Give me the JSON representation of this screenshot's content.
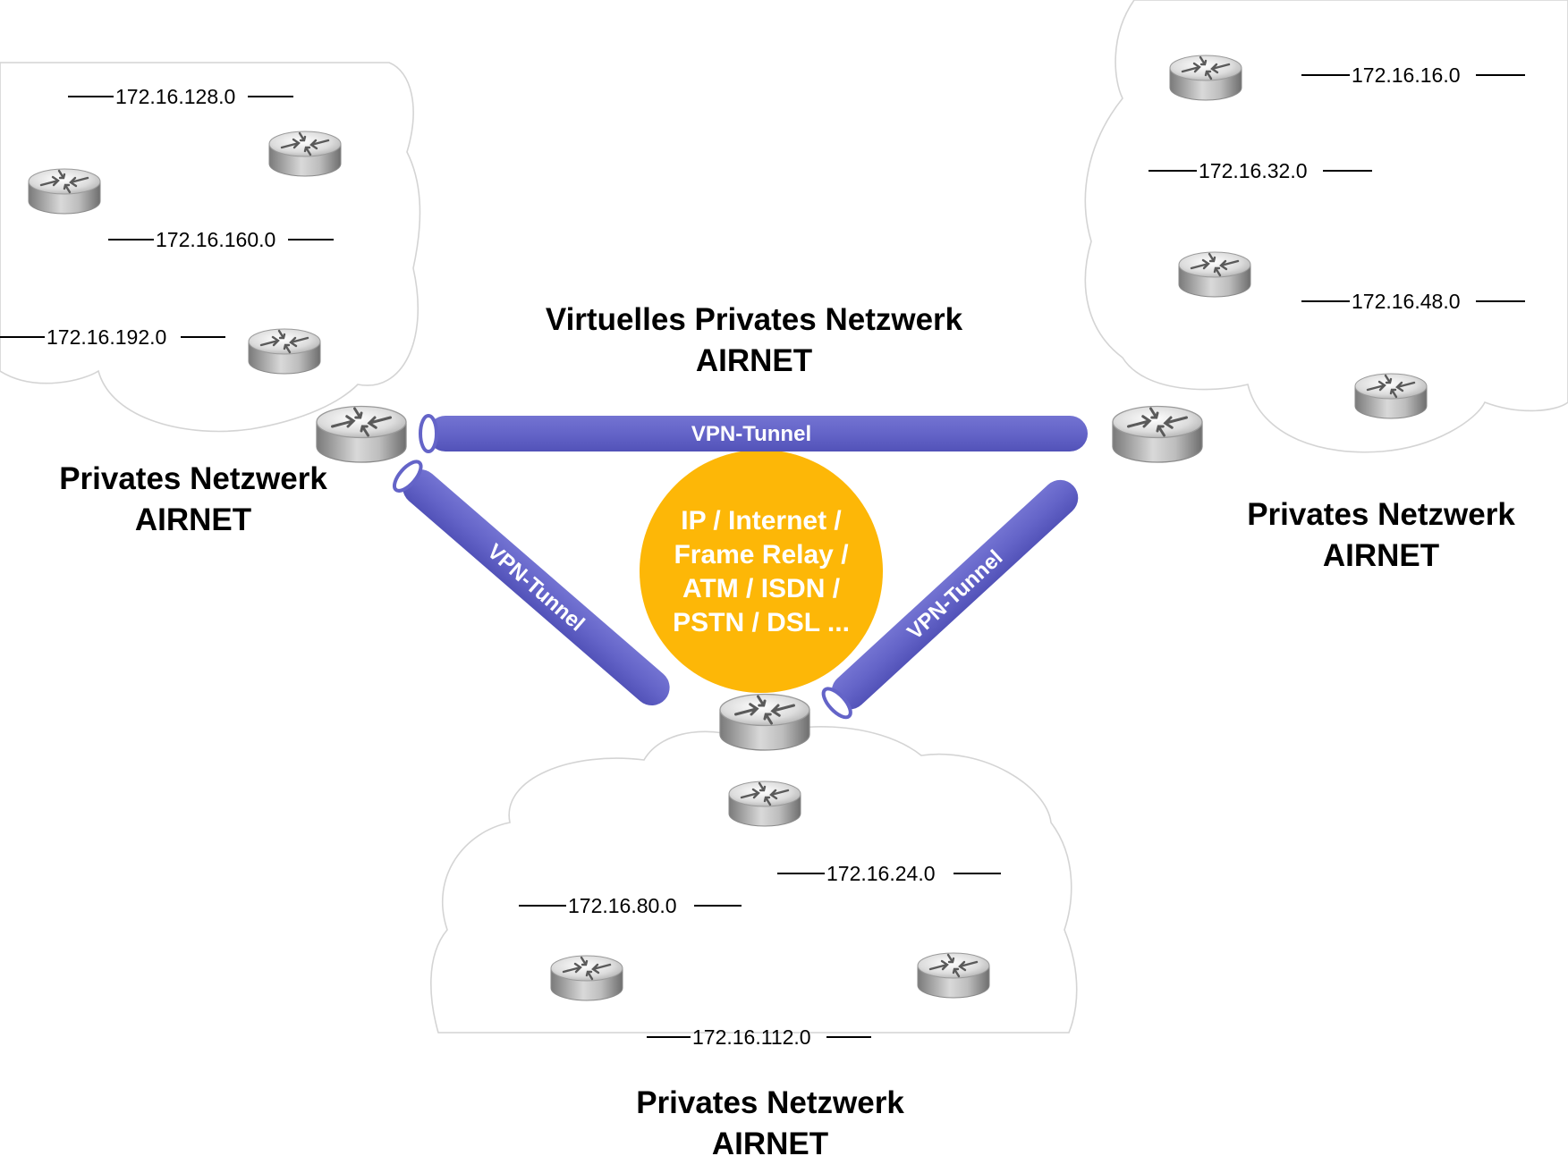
{
  "colors": {
    "tunnel": "#6464c8",
    "tunnel_end": "#5252b8",
    "core": "#fdb707",
    "cloud_outline": "#d4d4d4",
    "text": "#000000"
  },
  "vpn": {
    "title_line1": "Virtuelles Privates Netzwerk",
    "title_line2": "AIRNET"
  },
  "core": {
    "line1": "IP / Internet /",
    "line2": "Frame Relay /",
    "line3": "ATM / ISDN /",
    "line4": "PSTN / DSL ..."
  },
  "tunnels": {
    "top": "VPN-Tunnel",
    "left": "VPN-Tunnel",
    "right": "VPN-Tunnel"
  },
  "sites": {
    "left": {
      "title_line1": "Privates Netzwerk",
      "title_line2": "AIRNET",
      "networks": [
        "172.16.128.0",
        "172.16.160.0",
        "172.16.192.0"
      ]
    },
    "right": {
      "title_line1": "Privates Netzwerk",
      "title_line2": "AIRNET",
      "networks": [
        "172.16.16.0",
        "172.16.32.0",
        "172.16.48.0"
      ]
    },
    "bottom": {
      "title_line1": "Privates Netzwerk",
      "title_line2": "AIRNET",
      "networks": [
        "172.16.24.0",
        "172.16.80.0",
        "172.16.112.0"
      ]
    }
  },
  "icons": {
    "router": "router-icon",
    "cloud": "cloud-shape"
  }
}
